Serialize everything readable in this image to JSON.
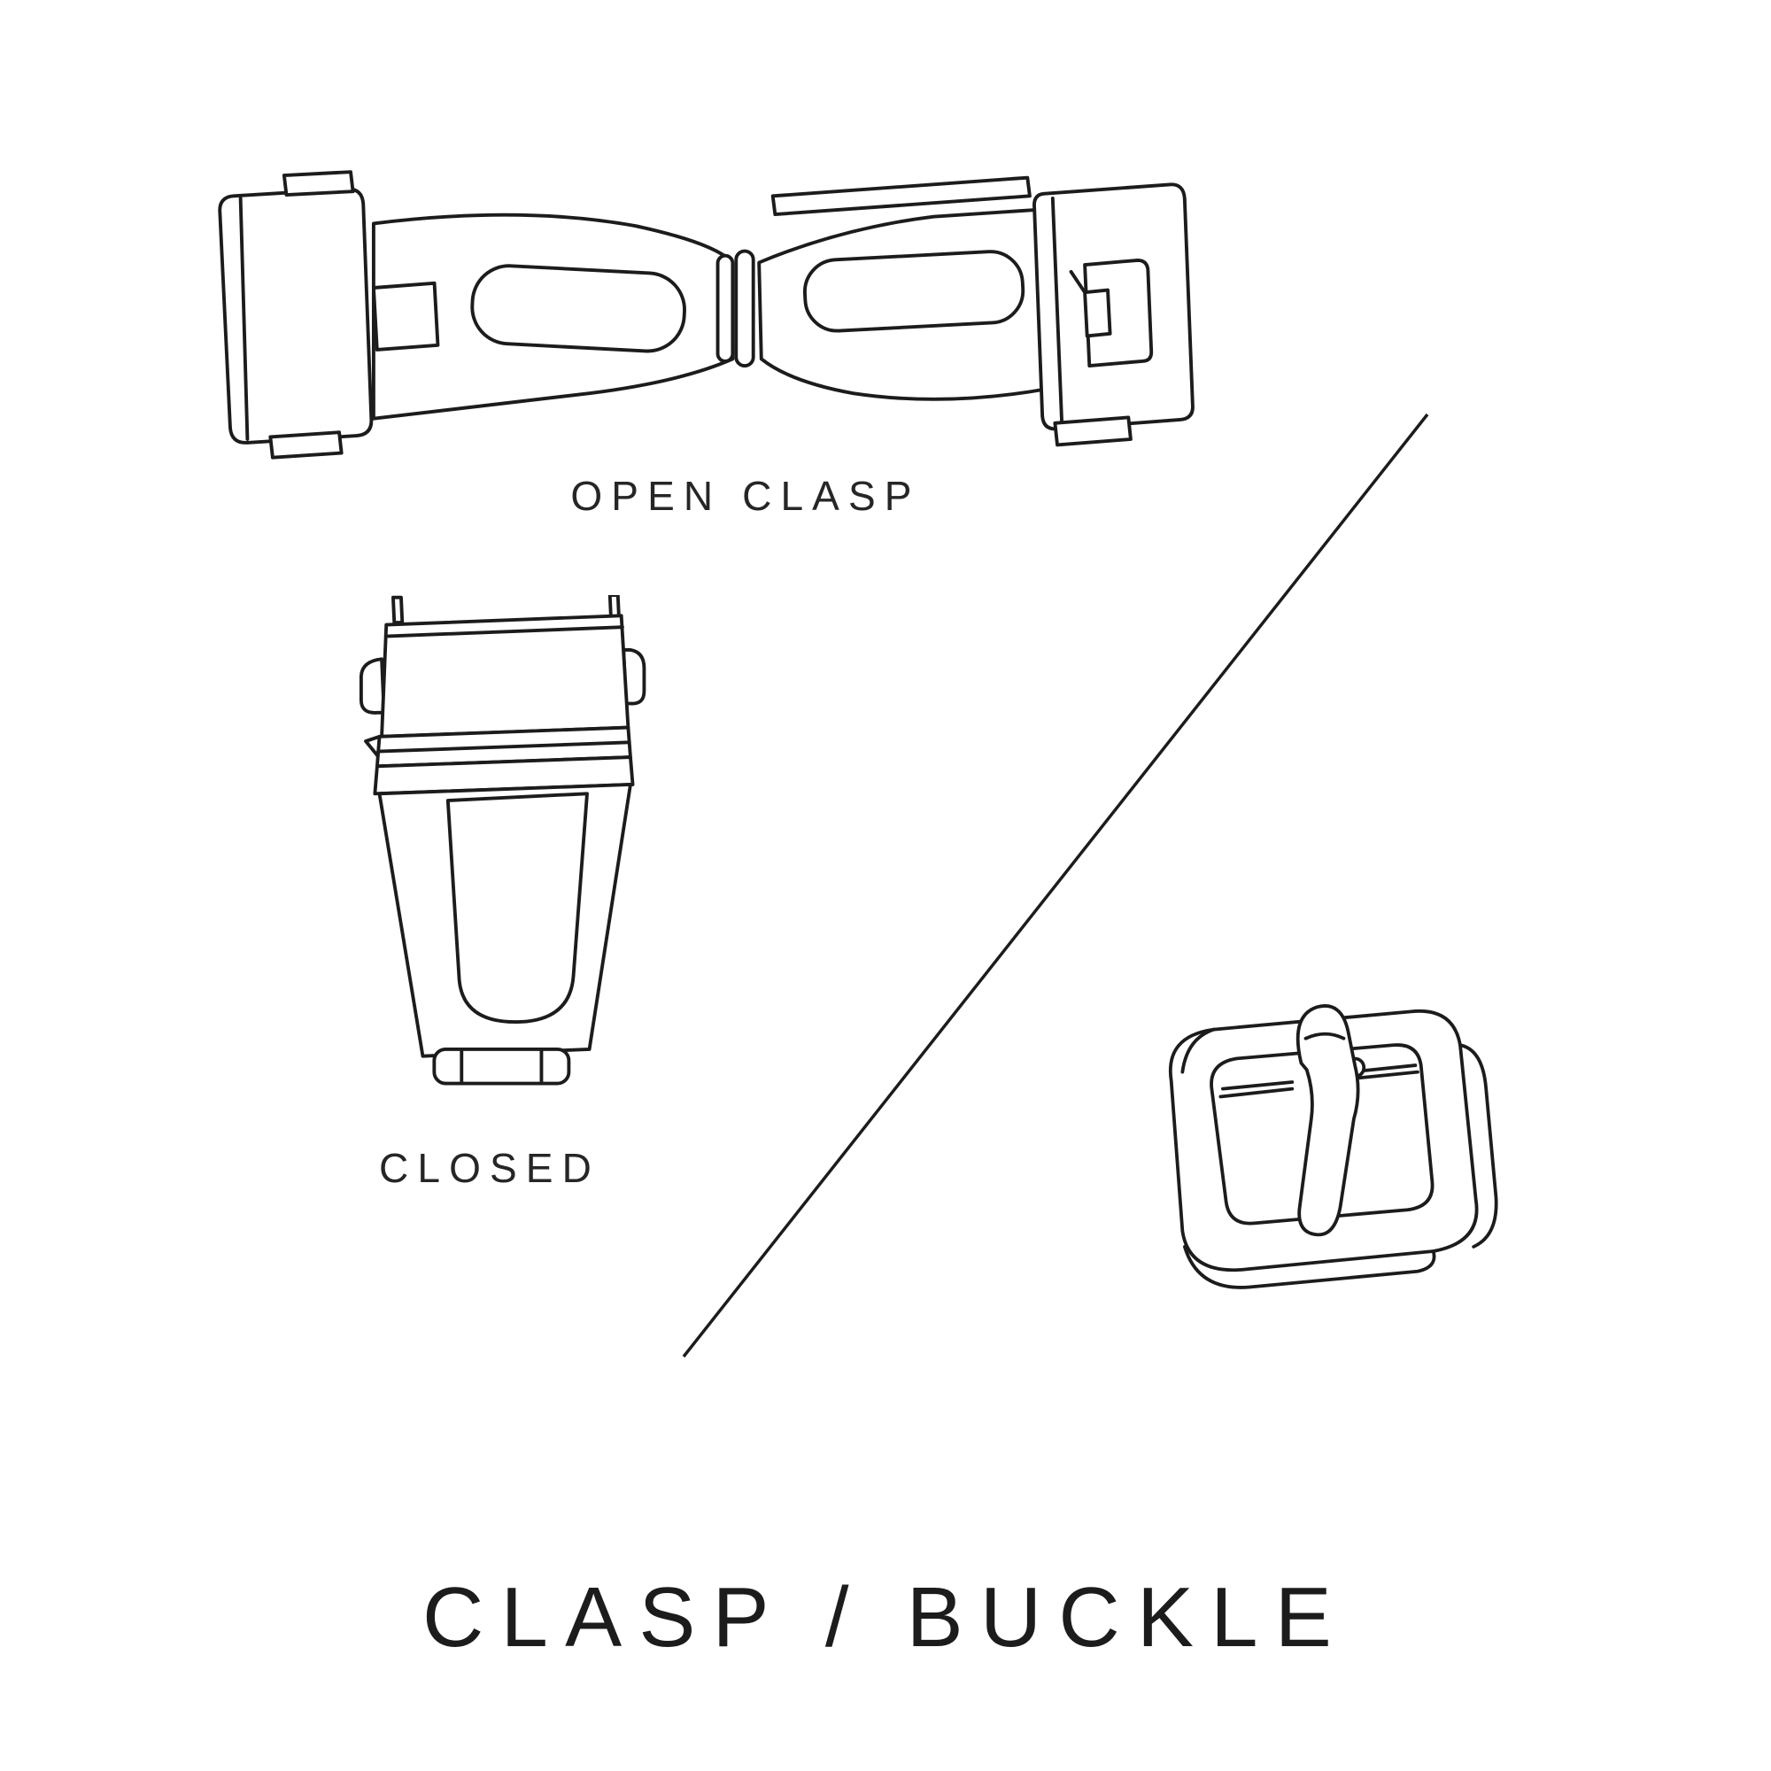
{
  "page": {
    "background": "#ffffff",
    "line_color": "#1c1c1c"
  },
  "title": "CLASP / BUCKLE",
  "labels": {
    "open_clasp": "OPEN CLASP",
    "closed": "CLOSED"
  },
  "illustrations": [
    {
      "name": "open-clasp-illustration",
      "caption": "OPEN CLASP"
    },
    {
      "name": "closed-clasp-illustration",
      "caption": "CLOSED"
    },
    {
      "name": "tang-buckle-illustration",
      "caption": ""
    }
  ]
}
